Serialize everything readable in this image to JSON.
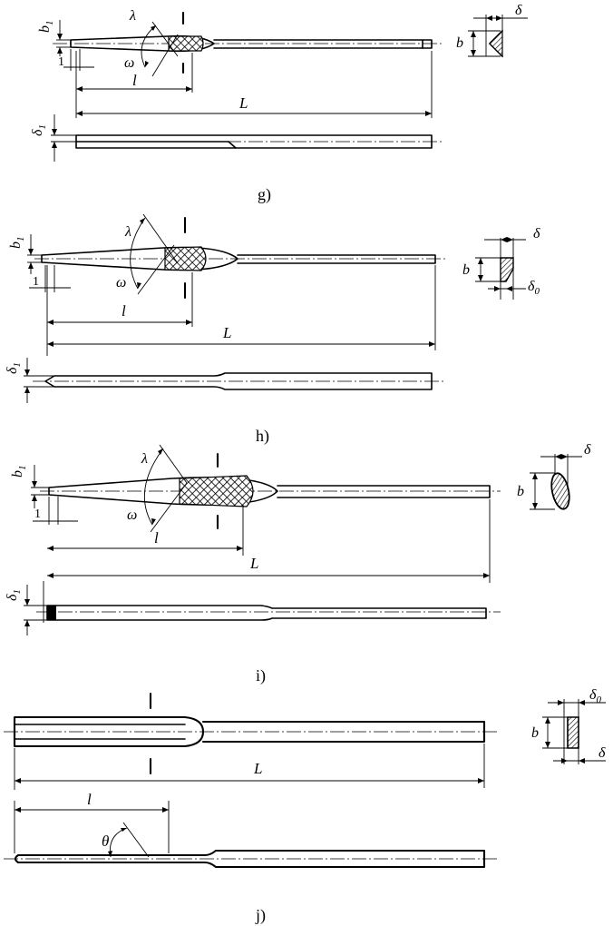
{
  "figures": [
    {
      "id": "g",
      "caption": "g)",
      "labels": {
        "b1": "b",
        "b1_sub": "1",
        "one": "1",
        "lambda": "λ",
        "omega": "ω",
        "l": "l",
        "L": "L",
        "delta1": "δ",
        "delta1_sub": "1",
        "b": "b",
        "delta": "δ"
      }
    },
    {
      "id": "h",
      "caption": "h)",
      "labels": {
        "b1": "b",
        "b1_sub": "1",
        "one": "1",
        "lambda": "λ",
        "omega": "ω",
        "l": "l",
        "L": "L",
        "delta1": "δ",
        "delta1_sub": "1",
        "b": "b",
        "delta": "δ",
        "delta0": "δ",
        "delta0_sub": "0"
      }
    },
    {
      "id": "i",
      "caption": "i)",
      "labels": {
        "b1": "b",
        "b1_sub": "1",
        "one": "1",
        "lambda": "λ",
        "omega": "ω",
        "l": "l",
        "L": "L",
        "delta1": "δ",
        "delta1_sub": "1",
        "b": "b",
        "delta": "δ"
      }
    },
    {
      "id": "j",
      "caption": "j)",
      "labels": {
        "L": "L",
        "l": "l",
        "theta": "θ",
        "b": "b",
        "delta": "δ",
        "delta0": "δ",
        "delta0_sub": "0"
      }
    }
  ]
}
